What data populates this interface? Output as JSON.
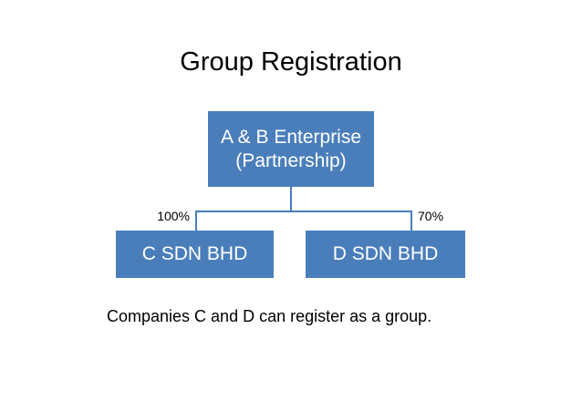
{
  "slide": {
    "title": "Group Registration",
    "caption": "Companies C and D can register as a group.",
    "background_color": "#ffffff",
    "box_color": "#4a7ebb",
    "box_text_color": "#ffffff",
    "connector_color": "#4a7ebb"
  },
  "org_chart": {
    "parent": {
      "label": "A & B Enterprise\n(Partnership)",
      "line1": "A & B Enterprise",
      "line2": "(Partnership)"
    },
    "children": [
      {
        "label": "C SDN BHD",
        "ownership": "100%"
      },
      {
        "label": "D SDN BHD",
        "ownership": "70%"
      }
    ]
  }
}
